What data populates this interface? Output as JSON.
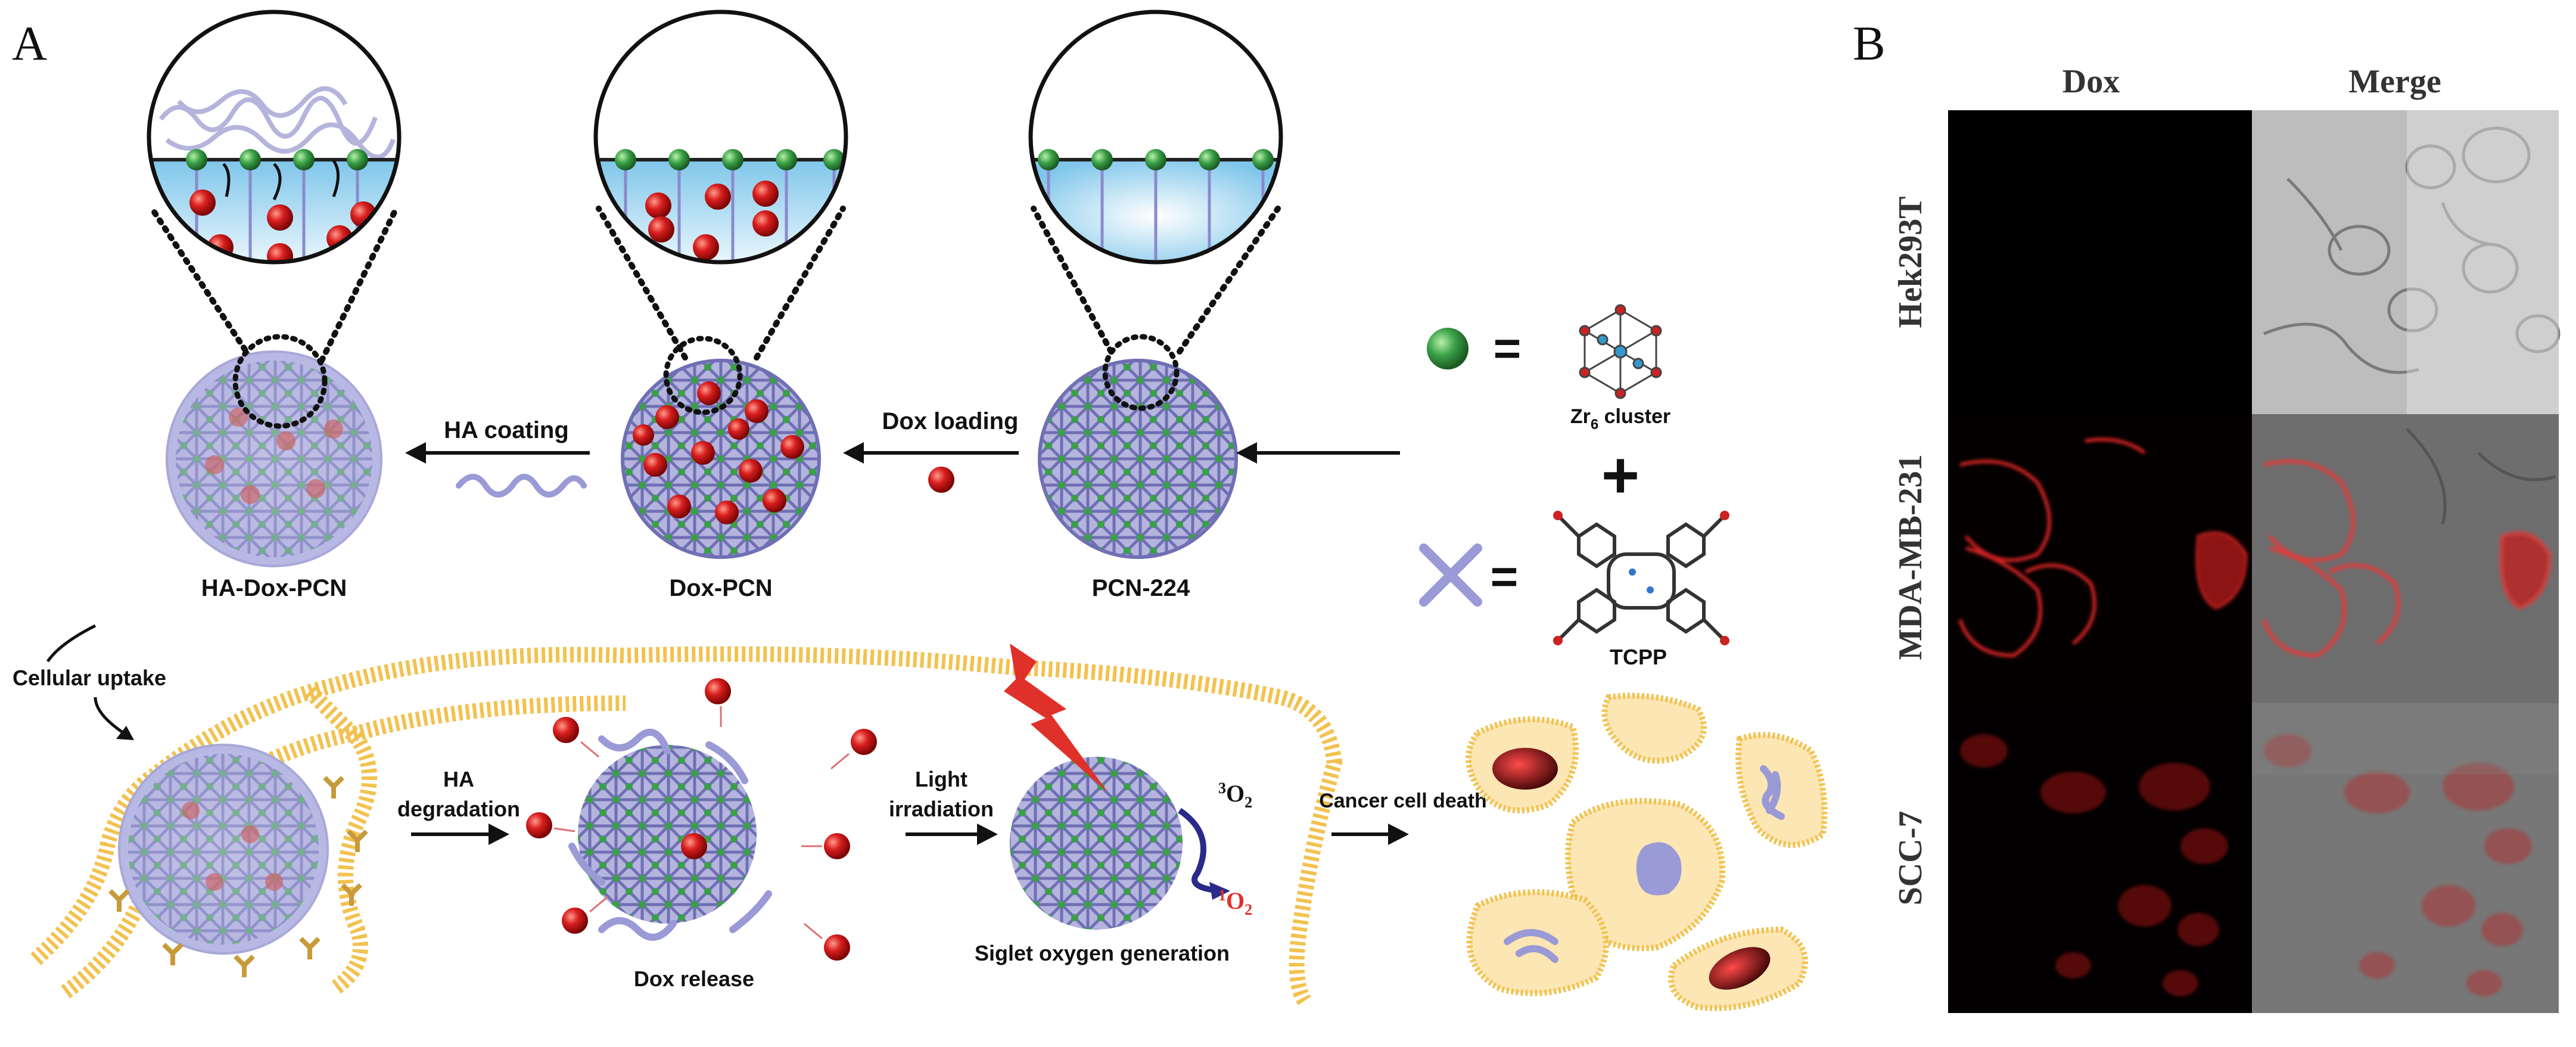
{
  "panel_a": {
    "letter": "A",
    "stages": {
      "ha_dox_pcn": "HA-Dox-PCN",
      "dox_pcn": "Dox-PCN",
      "pcn_224": "PCN-224"
    },
    "arrows": {
      "ha_coating": "HA coating",
      "dox_loading": "Dox loading",
      "cellular_uptake": "Cellular uptake",
      "ha_degradation_line1": "HA",
      "ha_degradation_line2": "degradation",
      "light_line1": "Light",
      "light_line2": "irradiation",
      "cancer_cell_death": "Cancer cell death"
    },
    "legend": {
      "equals": "=",
      "plus": "+",
      "zr_prefix": "Zr",
      "zr_sub": "6",
      "zr_suffix": " cluster",
      "tcpp": "TCPP"
    },
    "process": {
      "dox_release": "Dox release",
      "singlet": "Siglet oxygen generation",
      "triplet_sup": "3",
      "triplet_o": "O",
      "triplet_sub": "2",
      "singlet_sup": "1",
      "singlet_o": "O",
      "singlet_sub": "2"
    }
  },
  "panel_b": {
    "letter": "B",
    "columns": [
      "Dox",
      "Merge"
    ],
    "rows": [
      "Hek293T",
      "MDA-MB-231",
      "SCC-7"
    ]
  },
  "colors": {
    "mof": "#8f8fc8",
    "node": "#3aa048",
    "dox": "#cc1a1a",
    "ha": "#9a9ad6",
    "membrane": "#f2c250",
    "cell": "#fbe6b4"
  }
}
